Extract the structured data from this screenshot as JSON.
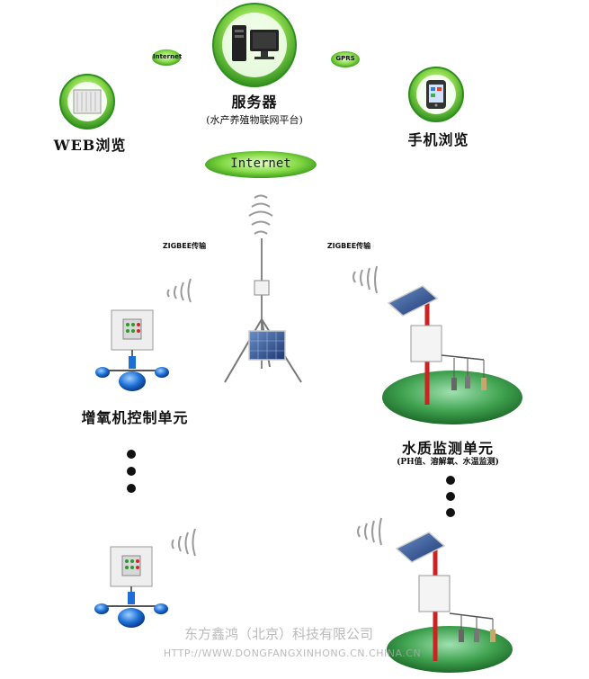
{
  "server": {
    "label": "服务器",
    "sublabel": "(水产养殖物联网平台)"
  },
  "web": {
    "label": "WEB浏览"
  },
  "mobile": {
    "label": "手机浏览"
  },
  "links": {
    "left": "Internet",
    "right": "GPRS"
  },
  "internet_badge": "Internet",
  "zigbee_left": "ZIGBEE传输",
  "zigbee_right": "ZIGBEE传输",
  "aerator_unit": {
    "label": "增氧机控制单元"
  },
  "water_unit": {
    "label": "水质监测单元",
    "sublabel": "(PH值、溶解氧、水温监测)"
  },
  "watermark": {
    "company": "东方鑫鸿（北京）科技有限公司",
    "url": "HTTP://WWW.DONGFANGXINHONG.CN.CHINA.CN"
  },
  "colors": {
    "green": "#4caf2a",
    "green_light": "#b9f07a",
    "pond": "#3b9a4a",
    "pole": "#cc2222"
  }
}
